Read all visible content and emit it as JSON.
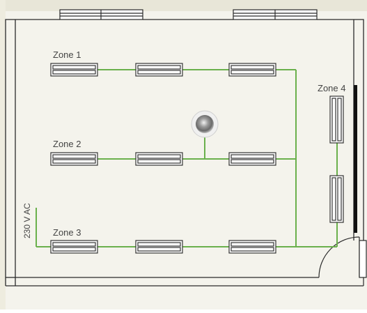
{
  "zones": [
    {
      "id": "zone-1",
      "label": "Zone 1"
    },
    {
      "id": "zone-2",
      "label": "Zone 2"
    },
    {
      "id": "zone-3",
      "label": "Zone 3"
    },
    {
      "id": "zone-4",
      "label": "Zone 4"
    }
  ],
  "power": {
    "label": "230 V AC"
  },
  "colors": {
    "wire": "#6ab04c",
    "wall": "#2a2a2a",
    "fixture_stroke": "#333333",
    "background": "#ffffff",
    "outer_backdrop": "#e8e6d8",
    "glass": "#d8d8c8"
  },
  "icons": {
    "sensor": "motion-sensor-icon",
    "fixture": "light-fixture-icon",
    "door": "door-swing-icon"
  }
}
